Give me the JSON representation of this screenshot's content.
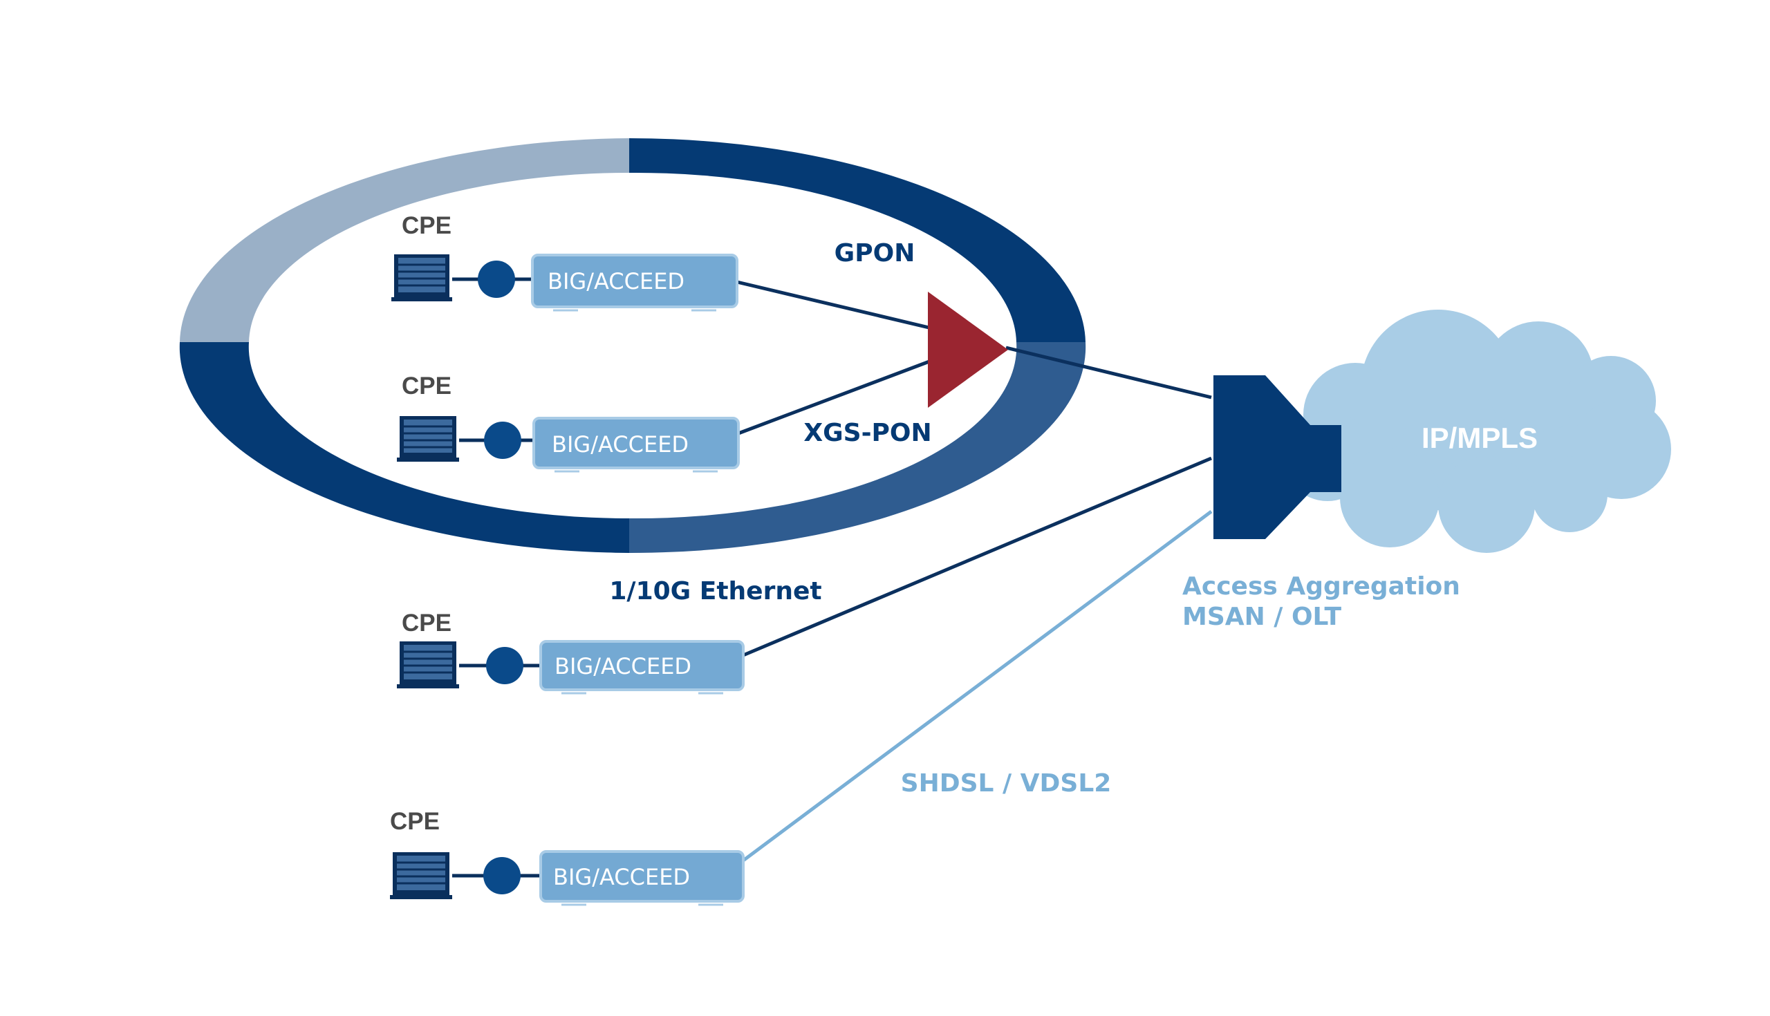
{
  "colors": {
    "navy": "#053a74",
    "navy_mid": "#2f5c90",
    "ring_light": "#9ab0c7",
    "device_fill": "#74a9d3",
    "device_border": "#a8cbe6",
    "cloud": "#a9cde6",
    "splitter": "#9a2530",
    "light_line": "#79afd6",
    "cpe_gray": "#4a4a4a",
    "label_light": "#79afd6"
  },
  "labels": {
    "gpon": "GPON",
    "xgs_pon": "XGS-PON",
    "ethernet": "1/10G Ethernet",
    "shdsl": "SHDSL / VDSL2",
    "aggregation_line1": "Access Aggregation",
    "aggregation_line2": "MSAN / OLT",
    "cloud": "IP/MPLS"
  },
  "branches": [
    {
      "cpe_label": "CPE",
      "device_label": "BIG/ACCEED"
    },
    {
      "cpe_label": "CPE",
      "device_label": "BIG/ACCEED"
    },
    {
      "cpe_label": "CPE",
      "device_label": "BIG/ACCEED"
    },
    {
      "cpe_label": "CPE",
      "device_label": "BIG/ACCEED"
    }
  ]
}
